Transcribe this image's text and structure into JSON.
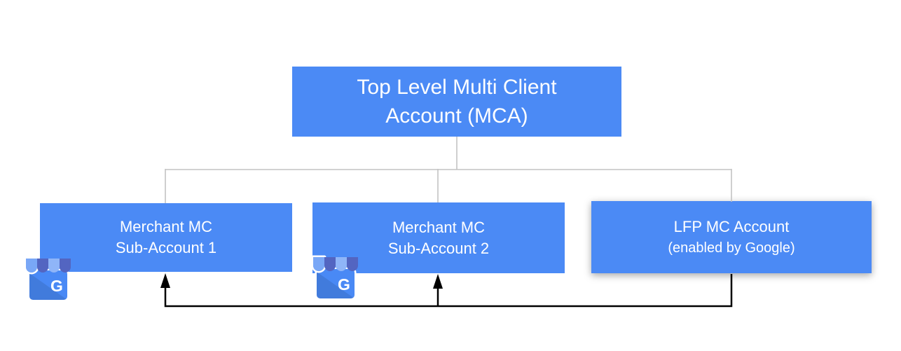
{
  "diagram": {
    "type": "hierarchy-flowchart",
    "nodes": {
      "mca": {
        "line1": "Top Level Multi Client",
        "line2": "Account (MCA)"
      },
      "sub1": {
        "line1": "Merchant MC",
        "line2": "Sub-Account 1",
        "icon": "google-business-profile-icon"
      },
      "sub2": {
        "line1": "Merchant MC",
        "line2": "Sub-Account 2",
        "icon": "google-business-profile-icon"
      },
      "lfp": {
        "line1": "LFP MC Account",
        "line2": "(enabled by Google)"
      }
    },
    "edges": [
      {
        "from": "mca",
        "to": "sub1",
        "style": "hierarchy-line"
      },
      {
        "from": "mca",
        "to": "sub2",
        "style": "hierarchy-line"
      },
      {
        "from": "mca",
        "to": "lfp",
        "style": "hierarchy-line"
      },
      {
        "from": "lfp",
        "to": "sub1",
        "style": "black-arrow"
      },
      {
        "from": "lfp",
        "to": "sub2",
        "style": "black-arrow"
      }
    ],
    "icons": {
      "g_label": "G"
    },
    "colors": {
      "node_fill": "#4b8af5",
      "node_text": "#ffffff",
      "hierarchy_line": "#c3c3c3",
      "arrow_line": "#000000",
      "background": "#ffffff"
    },
    "icon_colors": {
      "icon_body": "#4989f5",
      "awning_light_1": "#79a7f6",
      "awning_light_2": "#8fb5f8",
      "awning_dark": "#5365c1"
    }
  }
}
